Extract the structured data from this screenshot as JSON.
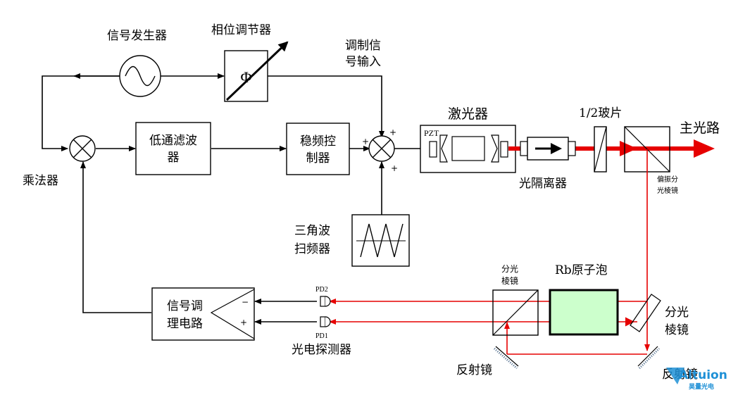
{
  "labels": {
    "signal_generator": "信号发生器",
    "phase_adjuster": "相位调节器",
    "phase_symbol": "Φ",
    "mod_input_line1": "调制信",
    "mod_input_line2": "号输入",
    "lowpass_line1": "低通滤波",
    "lowpass_line2": "器",
    "freq_ctrl_line1": "稳频控",
    "freq_ctrl_line2": "制器",
    "laser": "激光器",
    "pzt": "PZT",
    "half_wave": "1/2玻片",
    "main_beam": "主光路",
    "multiplier": "乘法器",
    "isolator": "光隔离器",
    "pbs_line1": "偏振分",
    "pbs_line2": "光棱镜",
    "triangle_line1": "三角波",
    "triangle_line2": "扫频器",
    "splitter_left_line1": "分光",
    "splitter_left_line2": "棱镜",
    "rb_cell": "Rb原子泡",
    "splitter_right_line1": "分光",
    "splitter_right_line2": "棱镜",
    "pd2": "PD2",
    "pd1": "PD1",
    "signal_cond_line1": "信号调",
    "signal_cond_line2": "理电路",
    "photodetector": "光电探测器",
    "mirror_left": "反射镜",
    "mirror_right": "反射镜",
    "minus": "−",
    "plus": "+",
    "sum_plus_left": "+",
    "sum_plus_top": "+",
    "sum_plus_bottom": "+"
  },
  "watermark": {
    "brand": "Altuion",
    "sub": "昊量光电"
  },
  "colors": {
    "beam": "#e60000",
    "line": "#000000",
    "rb_cell_fill": "#ccffcc",
    "watermark": "#1e90d6"
  }
}
